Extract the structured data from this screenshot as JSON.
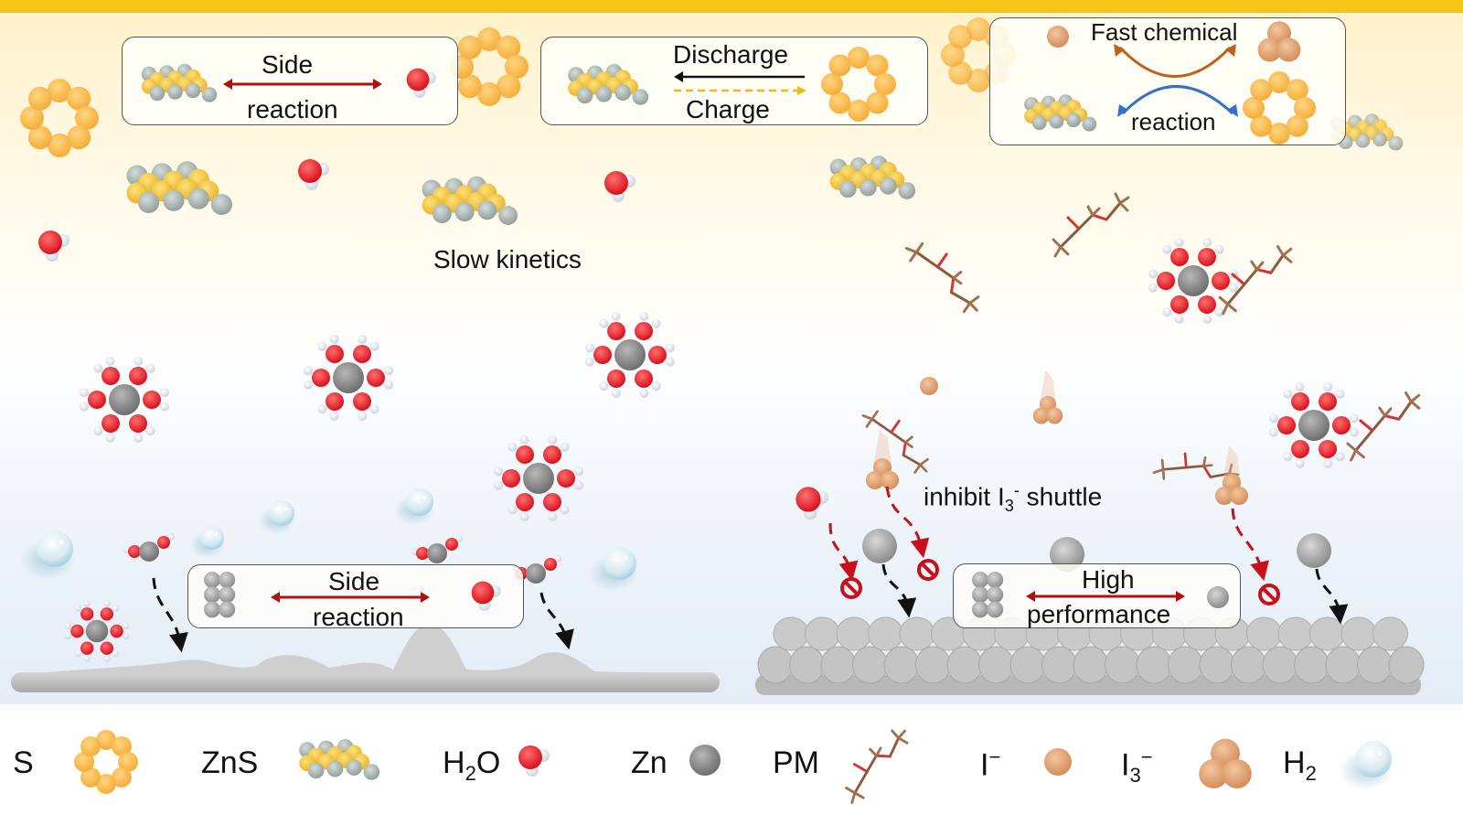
{
  "figure": {
    "title": "Zn–S battery reaction mechanism schematic",
    "colors": {
      "top_bar": "#f5c518",
      "sulfur": "#f7b94a",
      "zns_yellow": "#f0c040",
      "zns_gray": "#a9b3b0",
      "oxygen": "#e8202a",
      "hydrogen": "#f2f2f2",
      "zinc": "#8a8a8a",
      "iodide": "#e0a070",
      "pm_bond_brown": "#8b5a3c",
      "pm_bond_red": "#d83030",
      "arrow_red": "#b01010",
      "arrow_orange": "#c0601a",
      "arrow_blue": "#3a6fc8",
      "charge_dashed": "#f0b820",
      "inhibit_red": "#c8101a"
    }
  },
  "left_panel": {
    "box_top_left": {
      "line1": "Side",
      "line2": "reaction"
    },
    "box_top_middle": {
      "line1": "Discharge",
      "line2": "Charge"
    },
    "center_label": "Slow kinetics",
    "box_bottom": {
      "line1": "Side",
      "line2": "reaction"
    }
  },
  "right_panel": {
    "box_top": {
      "line1": "Fast chemical",
      "line2": "reaction"
    },
    "center_label_pre": "inhibit I",
    "center_label_sub": "3",
    "center_label_sup": "-",
    "center_label_post": " shuttle",
    "box_bottom": {
      "line1": "High",
      "line2": "performance"
    }
  },
  "legend": [
    {
      "id": "s",
      "label": "S",
      "icon": "sulfur-ring-icon"
    },
    {
      "id": "zns",
      "label": "ZnS",
      "icon": "zns-chain-icon"
    },
    {
      "id": "h2o",
      "label_main": "H",
      "label_sub": "2",
      "label_post": "O",
      "icon": "water-molecule-icon"
    },
    {
      "id": "zn",
      "label": "Zn",
      "icon": "zinc-atom-icon"
    },
    {
      "id": "pm",
      "label": "PM",
      "icon": "pm-molecule-icon"
    },
    {
      "id": "i",
      "label_main": "I",
      "label_sup": "−",
      "icon": "iodide-ion-icon"
    },
    {
      "id": "i3",
      "label_main": "I",
      "label_sub": "3",
      "label_sup": "−",
      "icon": "triiodide-icon"
    },
    {
      "id": "h2",
      "label_main": "H",
      "label_sub": "2",
      "icon": "hydrogen-bubble-icon"
    }
  ]
}
